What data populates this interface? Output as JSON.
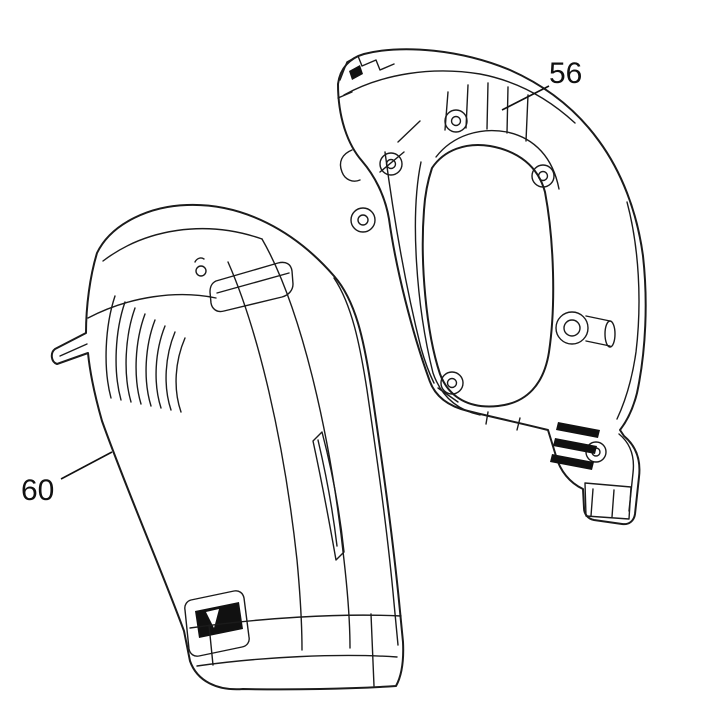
{
  "diagram": {
    "type": "exploded-parts-line-drawing",
    "background_color": "#ffffff",
    "line_color": "#1b1b1b",
    "labels": {
      "part56": "56",
      "part60": "60"
    },
    "parts": [
      {
        "label": "56",
        "drawing": "housing-half-right-inner-view"
      },
      {
        "label": "60",
        "drawing": "housing-half-left-outer-view"
      }
    ]
  }
}
